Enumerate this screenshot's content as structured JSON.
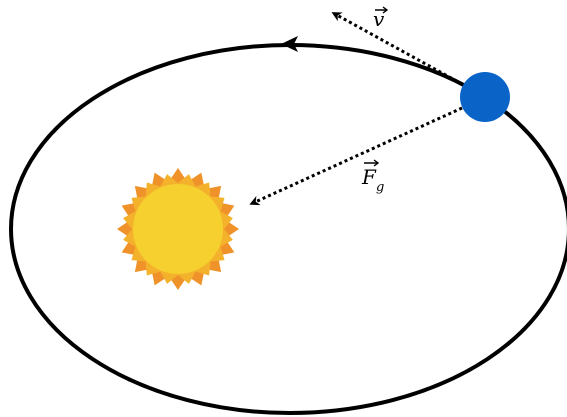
{
  "labels": {
    "velocity_symbol": "v",
    "force_symbol": "F",
    "force_subscript": "g"
  },
  "colors": {
    "orbit": "#000000",
    "planet": "#0a64c8",
    "sun_core": "#f6d02f",
    "sun_rays_outer": "#f0922a",
    "sun_rays_inner": "#f4b22c",
    "vector": "#000000"
  },
  "icons": {
    "sun": "sun-icon",
    "planet": "planet-icon"
  }
}
